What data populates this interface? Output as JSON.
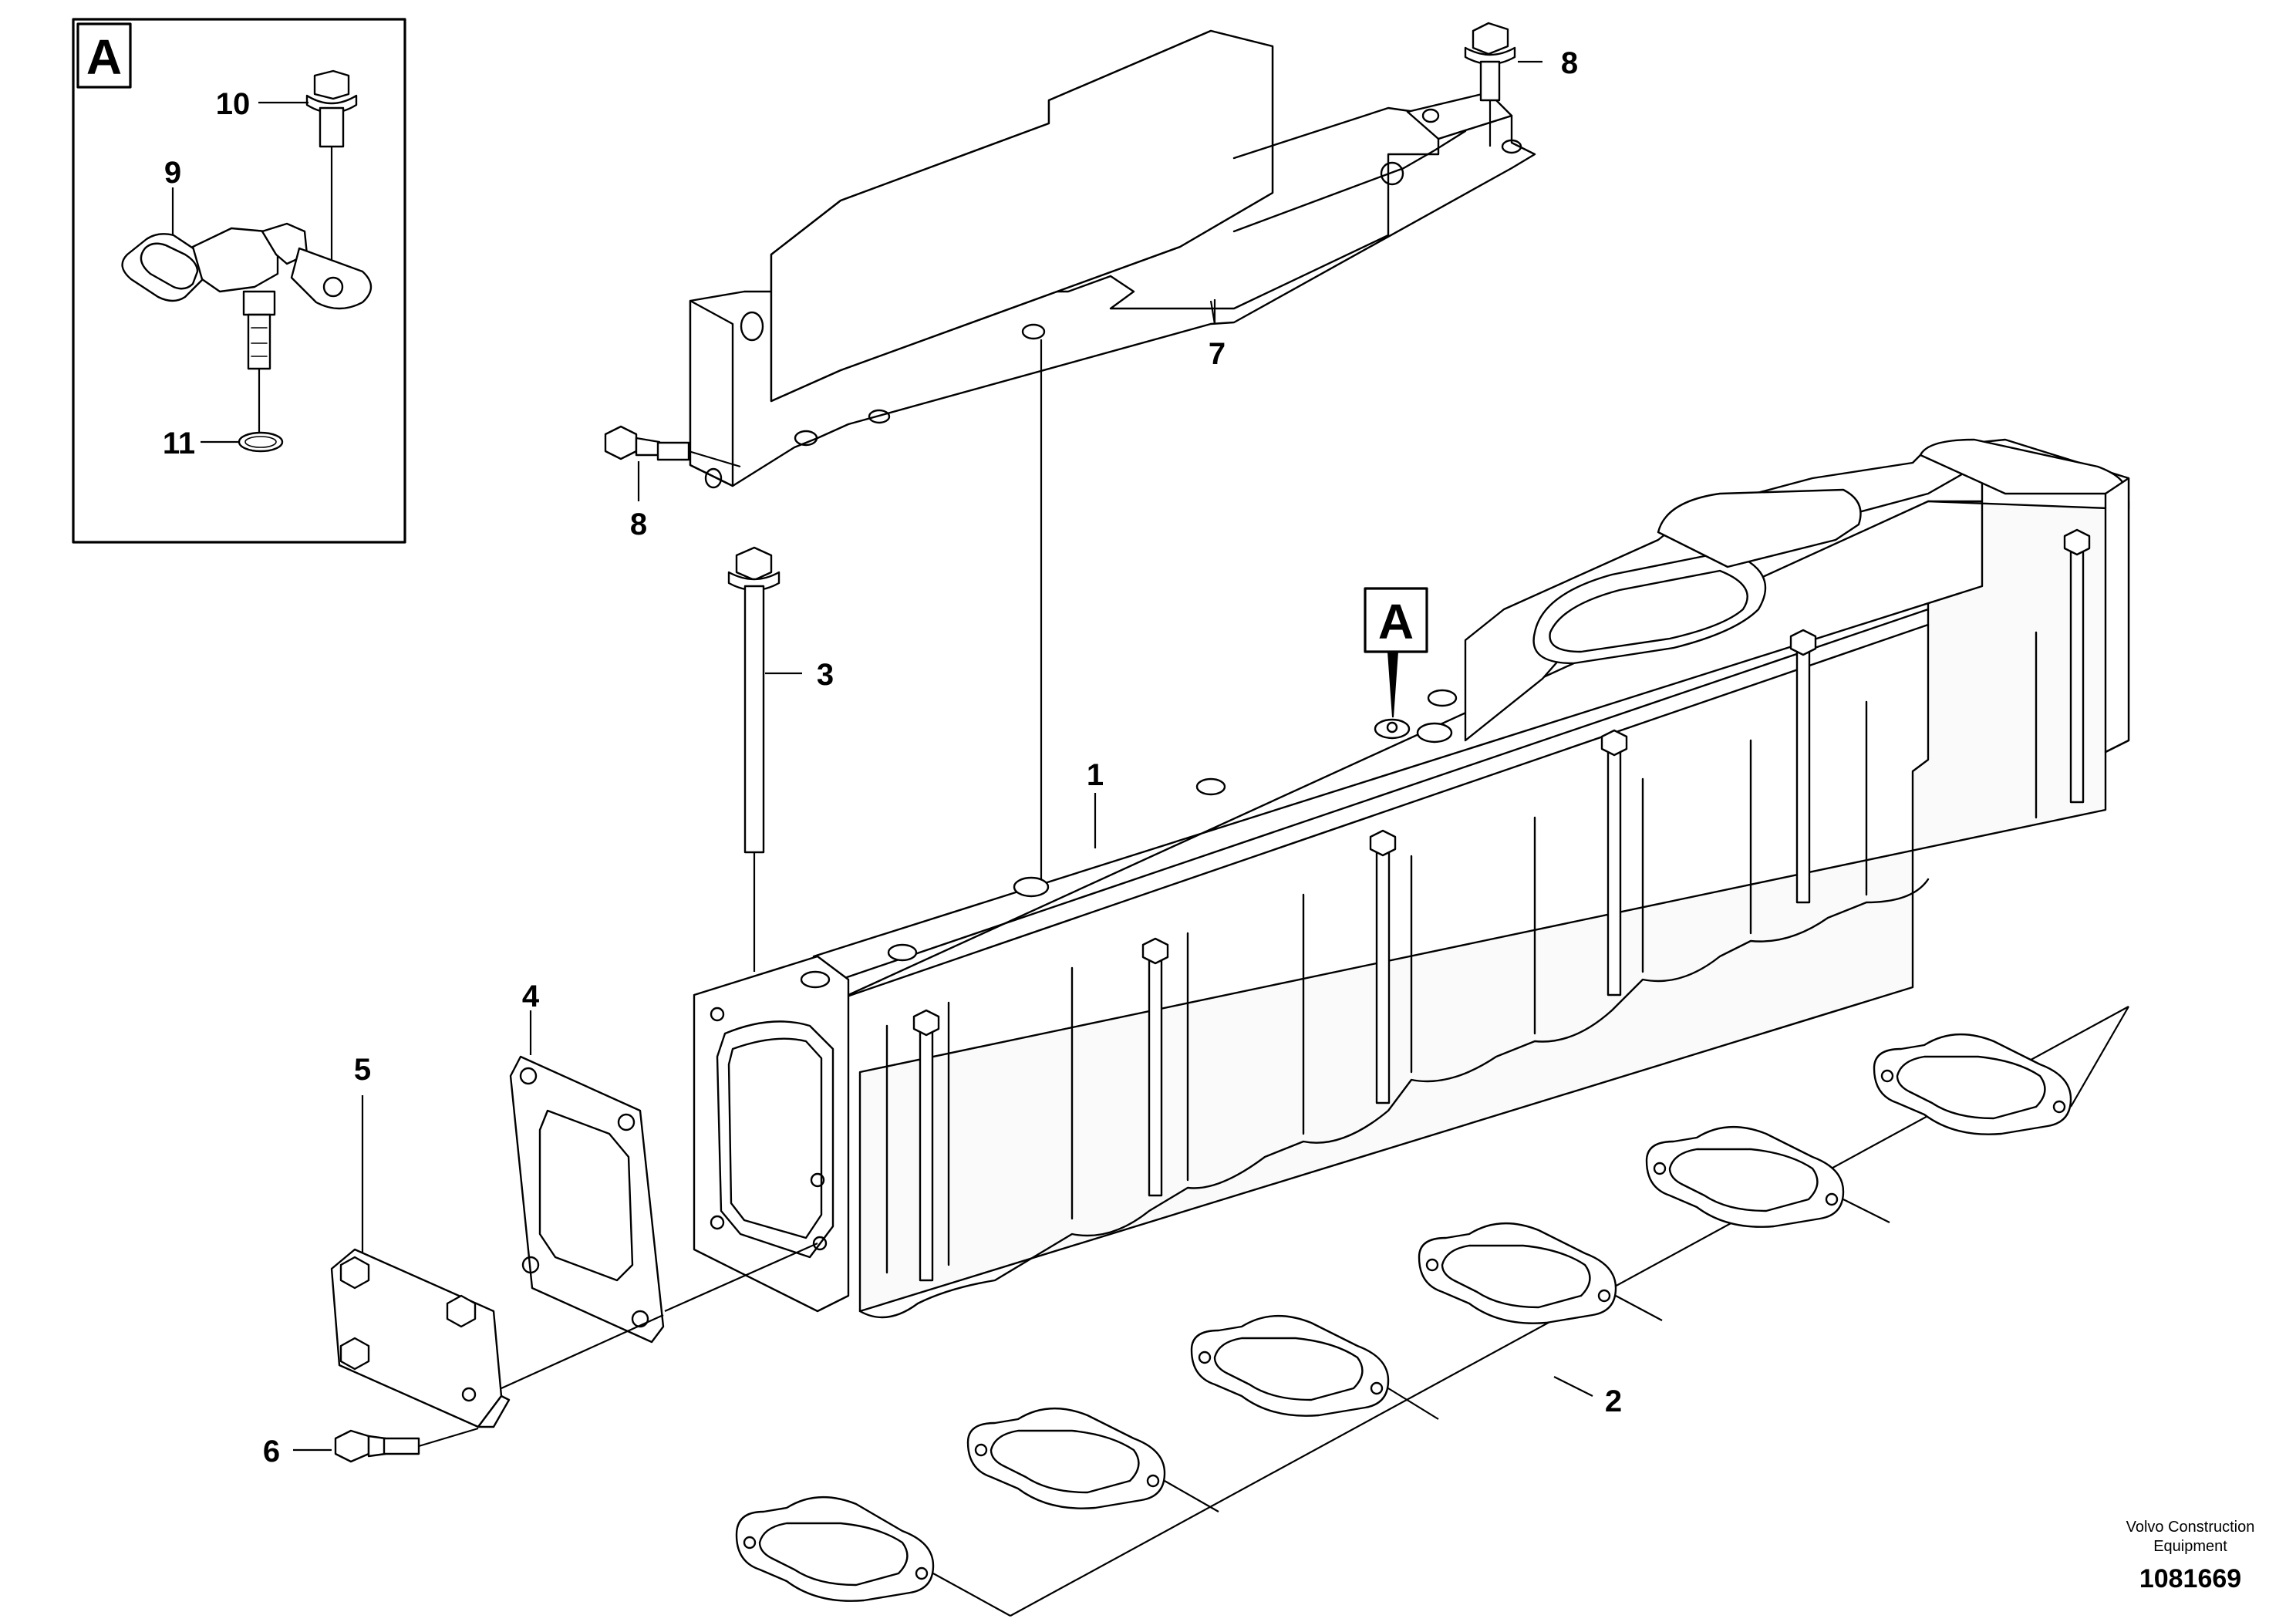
{
  "detail_view": {
    "label": "A"
  },
  "view_marker": {
    "label": "A"
  },
  "callouts": {
    "c1": "1",
    "c2": "2",
    "c3": "3",
    "c4": "4",
    "c5": "5",
    "c6": "6",
    "c7": "7",
    "c8_top": "8",
    "c8_left": "8",
    "c9": "9",
    "c10": "10",
    "c11": "11"
  },
  "footer": {
    "publisher_line1": "Volvo Construction",
    "publisher_line2": "Equipment",
    "document_number": "1081669"
  }
}
